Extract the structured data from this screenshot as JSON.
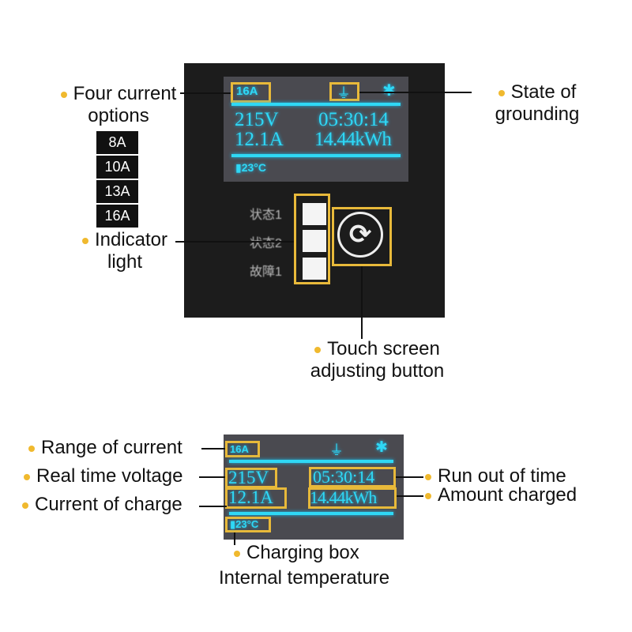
{
  "screen": {
    "current_setting": "16A",
    "voltage": "215V",
    "current": "12.1A",
    "time": "05:30:14",
    "energy": "14.44kWh",
    "temperature": "23°C"
  },
  "indicators": [
    {
      "label": "状态1"
    },
    {
      "label": "状态2"
    },
    {
      "label": "故障1"
    }
  ],
  "current_options": [
    "8A",
    "10A",
    "13A",
    "16A"
  ],
  "callouts_top": {
    "four_current_options": [
      "Four current",
      "options"
    ],
    "state_of_grounding": [
      "State of",
      "grounding"
    ],
    "indicator_light": [
      "Indicator",
      "light"
    ],
    "touch_button": [
      "Touch screen",
      "adjusting button"
    ]
  },
  "callouts_bottom": {
    "range_of_current": "Range of current",
    "real_time_voltage": "Real time voltage",
    "current_of_charge": "Current of charge",
    "run_out_of_time": "Run out of time",
    "amount_charged": "Amount charged",
    "charging_box": [
      "Charging box",
      "Internal temperature"
    ]
  },
  "colors": {
    "accent": "#e8b93a",
    "screen_text": "#2fd8f5",
    "dot": "#f0b92e"
  }
}
